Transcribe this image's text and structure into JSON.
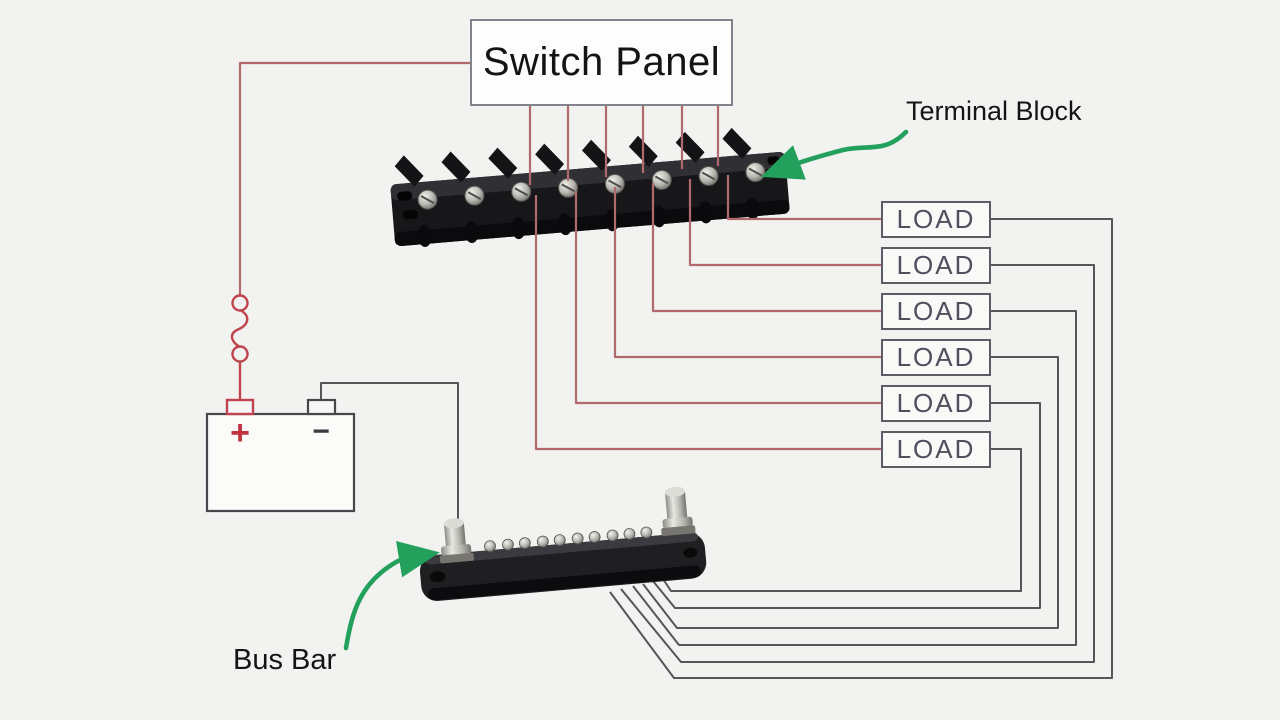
{
  "colors": {
    "bg": "#f2f2f1",
    "wire_red": "#b06a6e",
    "wire_bright_red": "#c0444e",
    "wire_dark": "#55555a",
    "green": "#23a15c",
    "box_border": "#83838d",
    "load_border": "#5b5c66",
    "load_text": "#4f4f5e",
    "label_text": "#141414",
    "battery_plus": "#c2323e",
    "battery_minus": "#3c3c40"
  },
  "components": {
    "switch_panel": {
      "label": "Switch Panel"
    },
    "terminal_block": {
      "label": "Terminal Block"
    },
    "bus_bar": {
      "label": "Bus Bar"
    },
    "battery": {
      "positive_label": "+",
      "negative_label": "−"
    },
    "loads": [
      {
        "label": "LOAD"
      },
      {
        "label": "LOAD"
      },
      {
        "label": "LOAD"
      },
      {
        "label": "LOAD"
      },
      {
        "label": "LOAD"
      },
      {
        "label": "LOAD"
      }
    ]
  }
}
